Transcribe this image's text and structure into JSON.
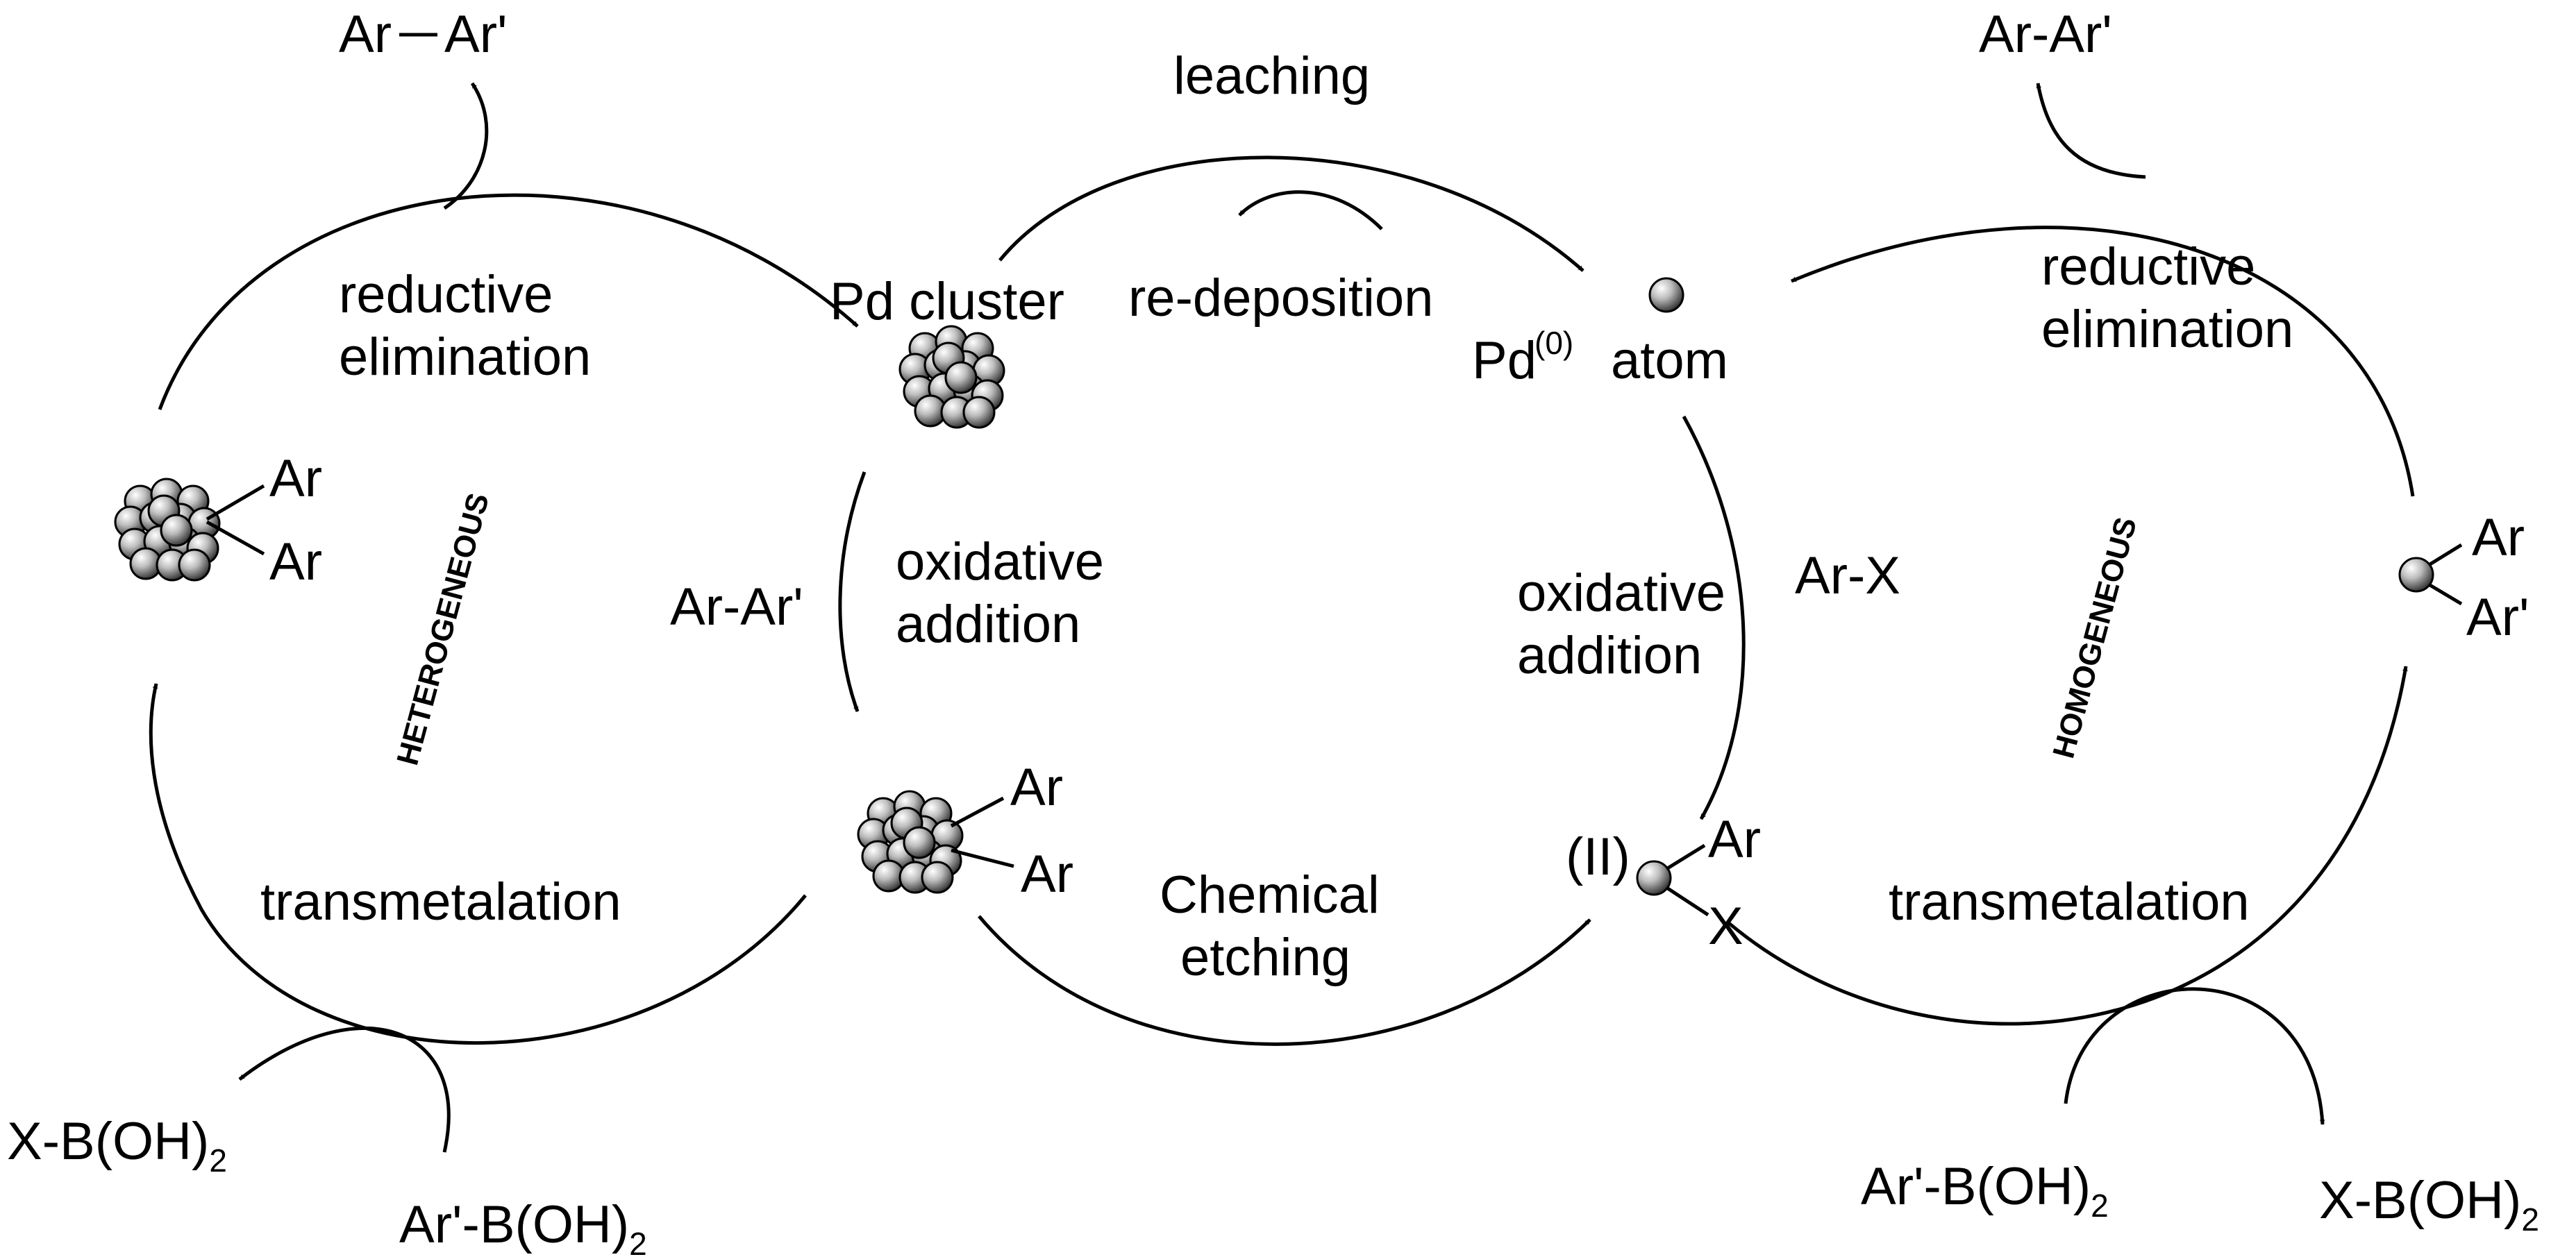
{
  "labels": {
    "heterogeneous": "HETEROGENEOUS",
    "homogeneous": "HOMOGENEOUS",
    "leaching": "leaching",
    "re_deposition": "re-deposition",
    "pd_cluster": "Pd cluster",
    "pd_atom_pd": "Pd",
    "pd_atom_ox": "(0)",
    "pd_atom_word": "atom",
    "left_red_elim_1": "reductive",
    "left_red_elim_2": "elimination",
    "right_red_elim_1": "reductive",
    "right_red_elim_2": "elimination",
    "mid_ox_add_1": "oxidative",
    "mid_ox_add_2": "addition",
    "right_ox_add_1": "oxidative",
    "right_ox_add_2": "addition",
    "left_transmet": "transmetalation",
    "right_transmet": "transmetalation",
    "chem_etch_1": "Chemical",
    "chem_etch_2": "etching",
    "ar_x": "Ar-X",
    "mid_arar": "Ar-Ar'",
    "top_left_product_ar": "Ar",
    "top_left_product_arp": "Ar'",
    "top_right_product": "Ar-Ar'",
    "left_cluster_ar1": "Ar",
    "left_cluster_ar2": "Ar",
    "mid_cluster_ar1": "Ar",
    "mid_cluster_ar2": "Ar",
    "right_complex_ar": "Ar",
    "right_complex_arp": "Ar'",
    "pd2_ox": "(II)",
    "pd2_ar": "Ar",
    "pd2_x": "X",
    "left_xboh_main": "X-B(OH)",
    "left_xboh_sub": "2",
    "left_arboh_main": "Ar'-B(OH)",
    "left_arboh_sub": "2",
    "right_arboh_main": "Ar'-B(OH)",
    "right_arboh_sub": "2",
    "right_xboh_main": "X-B(OH)",
    "right_xboh_sub": "2"
  }
}
